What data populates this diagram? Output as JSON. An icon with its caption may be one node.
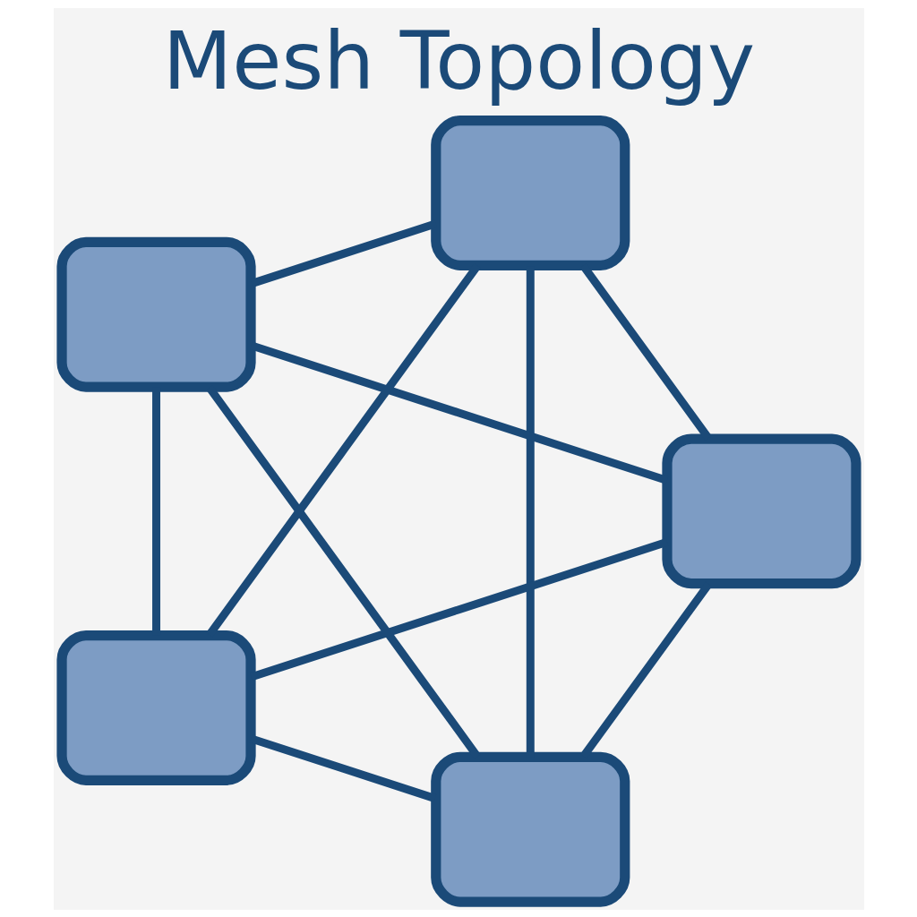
{
  "diagram": {
    "title": "Mesh Topology",
    "nodes": [
      {
        "text": [],
        "shape": "computer"
      },
      {
        "text": [],
        "shape": "computer"
      },
      {
        "text": [],
        "shape": "computer"
      },
      {
        "text": [],
        "shape": "computer"
      },
      {
        "text": [],
        "shape": "computer"
      }
    ],
    "edges": [
      {
        "from": 0,
        "to": 1,
        "arrow": "none"
      },
      {
        "from": 0,
        "to": 2,
        "arrow": "none"
      },
      {
        "from": 0,
        "to": 3,
        "arrow": "none"
      },
      {
        "from": 0,
        "to": 4,
        "arrow": "none"
      },
      {
        "from": 1,
        "to": 2,
        "arrow": "none"
      },
      {
        "from": 1,
        "to": 3,
        "arrow": "none"
      },
      {
        "from": 1,
        "to": 4,
        "arrow": "none"
      },
      {
        "from": 2,
        "to": 3,
        "arrow": "none"
      },
      {
        "from": 2,
        "to": 4,
        "arrow": "none"
      },
      {
        "from": 3,
        "to": 4,
        "arrow": "none"
      }
    ]
  }
}
